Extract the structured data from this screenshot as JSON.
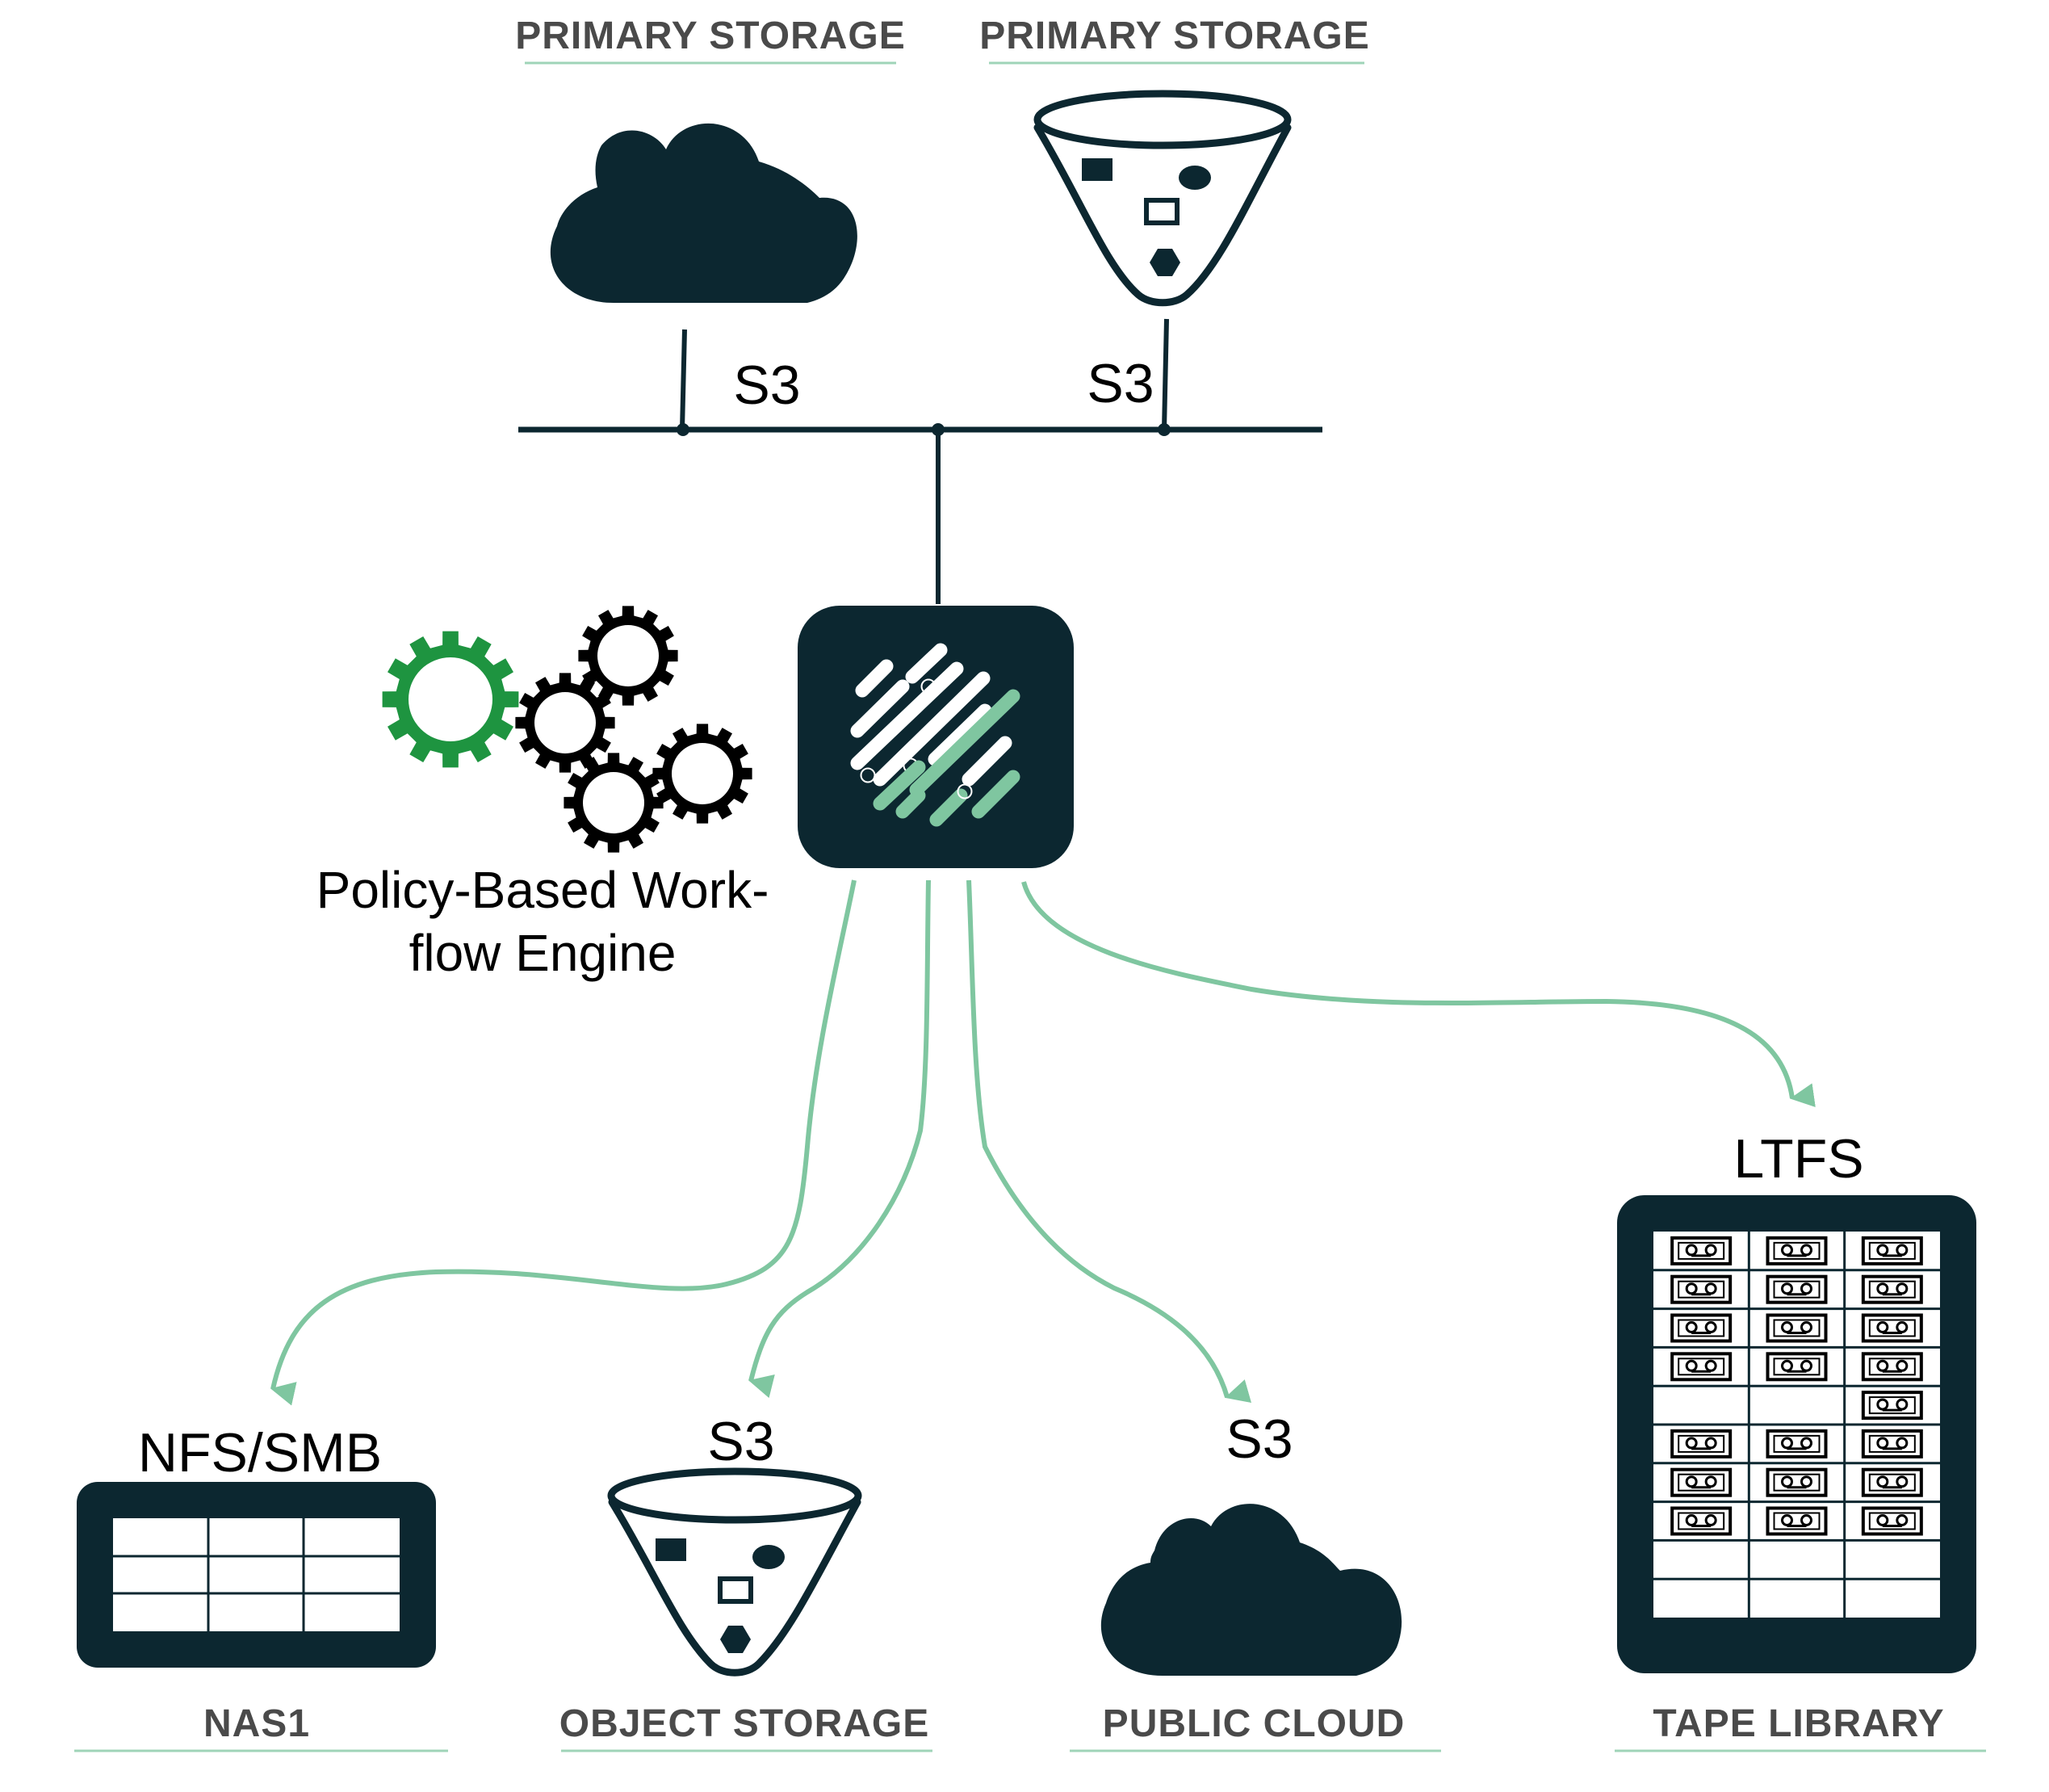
{
  "colors": {
    "dark": "#0c2730",
    "accent": "#7fc6a0",
    "gear_green": "#1e9440",
    "gear_black": "#000000",
    "caption_text": "#4a4a4a",
    "underline": "#9fd4b8"
  },
  "top": {
    "left_caption": "PRIMARY STORAGE",
    "right_caption": "PRIMARY STORAGE",
    "left_protocol": "S3",
    "right_protocol": "S3",
    "left_icon": "cloud-icon",
    "right_icon": "object-bucket-icon"
  },
  "engine": {
    "label_line1": "Policy-Based Work-",
    "label_line2": "flow Engine",
    "logo_icon": "engine-logo-icon",
    "gears_icon": "gears-icon"
  },
  "targets": [
    {
      "protocol": "NFS/SMB",
      "caption": "NAS1",
      "icon": "nas-icon"
    },
    {
      "protocol": "S3",
      "caption": "OBJECT STORAGE",
      "icon": "object-bucket-icon"
    },
    {
      "protocol": "S3",
      "caption": "PUBLIC CLOUD",
      "icon": "cloud-icon"
    },
    {
      "protocol": "LTFS",
      "caption": "TAPE LIBRARY",
      "icon": "tape-library-icon"
    }
  ]
}
